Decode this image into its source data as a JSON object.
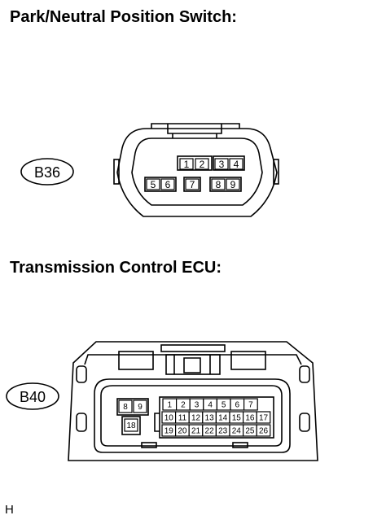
{
  "headings": {
    "switch": "Park/Neutral Position Switch:",
    "ecu": "Transmission Control ECU:"
  },
  "connectors": {
    "b36": {
      "label": "B36",
      "pins": [
        {
          "n": "1",
          "row": 0,
          "col": 0,
          "group": "top"
        },
        {
          "n": "2",
          "row": 0,
          "col": 1,
          "group": "top"
        },
        {
          "n": "3",
          "row": 0,
          "col": 2,
          "group": "topright"
        },
        {
          "n": "4",
          "row": 0,
          "col": 3,
          "group": "topright"
        },
        {
          "n": "5",
          "row": 1,
          "col": 0,
          "group": "botleft"
        },
        {
          "n": "6",
          "row": 1,
          "col": 1,
          "group": "botleft"
        },
        {
          "n": "7",
          "row": 1,
          "col": 2,
          "group": "botmid"
        },
        {
          "n": "8",
          "row": 1,
          "col": 3,
          "group": "botright"
        },
        {
          "n": "9",
          "row": 1,
          "col": 4,
          "group": "botright"
        }
      ]
    },
    "b40": {
      "label": "B40",
      "left_pins": [
        "8",
        "9",
        "18"
      ],
      "row1": [
        "1",
        "2",
        "3",
        "4",
        "5",
        "6",
        "7"
      ],
      "row2": [
        "10",
        "11",
        "12",
        "13",
        "14",
        "15",
        "16",
        "17"
      ],
      "row3": [
        "19",
        "20",
        "21",
        "22",
        "23",
        "24",
        "25",
        "26"
      ]
    }
  },
  "footer": "H"
}
